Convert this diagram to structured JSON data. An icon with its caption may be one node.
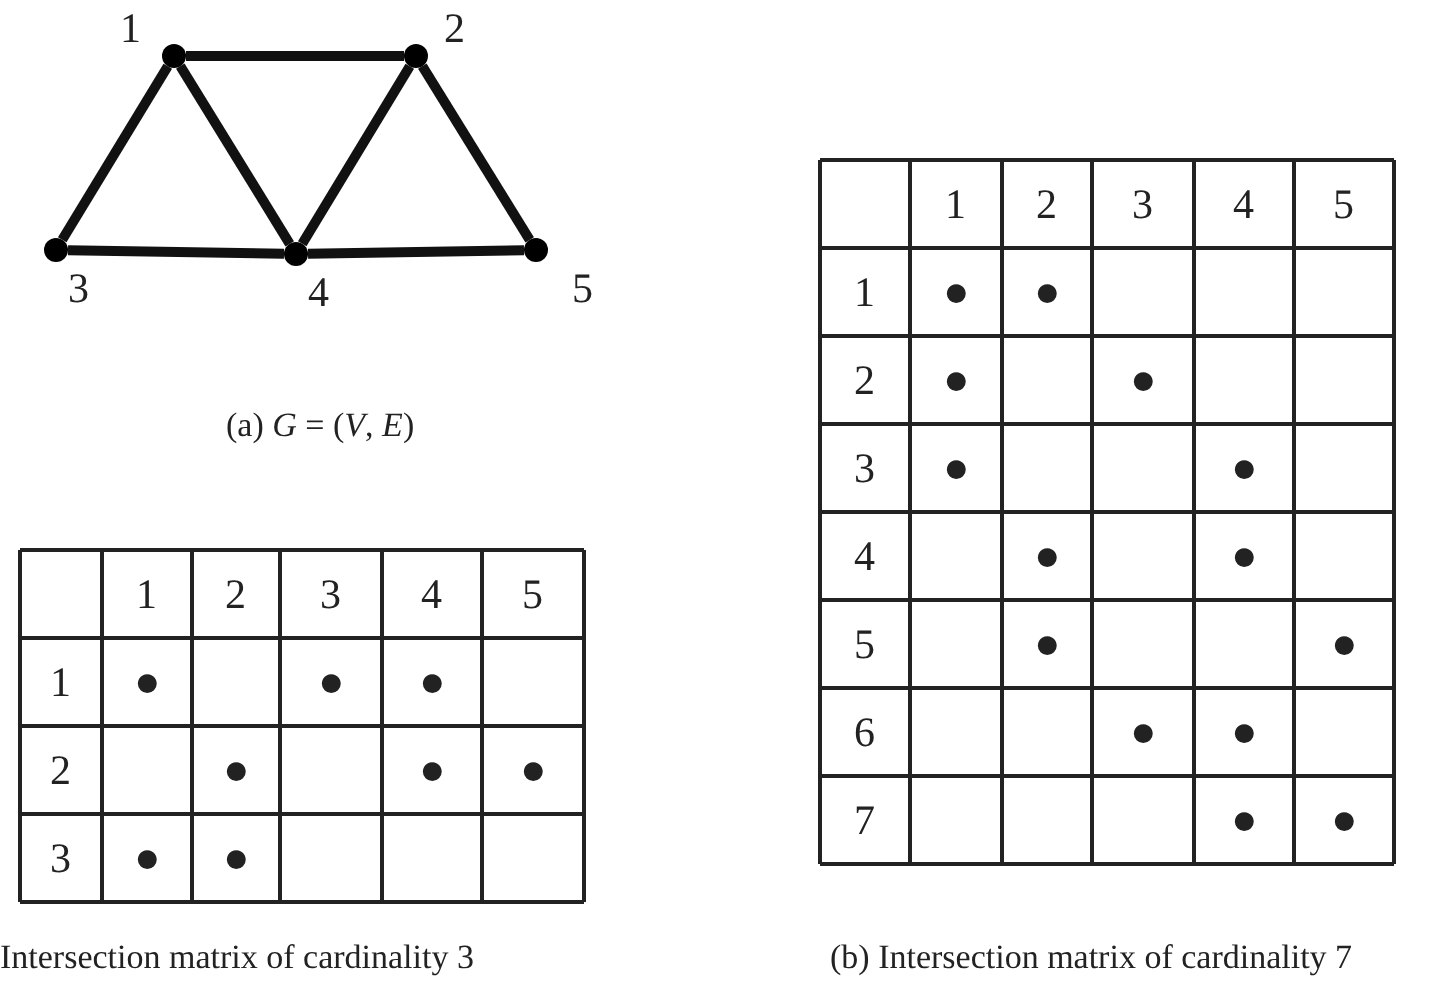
{
  "diagram": {
    "nodes": [
      {
        "text": [],
        "shape": "circle",
        "beside": [
          "1"
        ]
      },
      {
        "text": [],
        "shape": "circle",
        "beside": [
          "2"
        ]
      },
      {
        "text": [],
        "shape": "circle",
        "beside": [
          "3"
        ]
      },
      {
        "text": [],
        "shape": "circle",
        "beside": [
          "4"
        ]
      },
      {
        "text": [],
        "shape": "circle",
        "beside": [
          "5"
        ]
      }
    ],
    "edges": [
      {
        "from": 0,
        "to": 1,
        "arrow": "none"
      },
      {
        "from": 0,
        "to": 2,
        "arrow": "none"
      },
      {
        "from": 0,
        "to": 3,
        "arrow": "none"
      },
      {
        "from": 1,
        "to": 3,
        "arrow": "none"
      },
      {
        "from": 1,
        "to": 4,
        "arrow": "none"
      },
      {
        "from": 2,
        "to": 3,
        "arrow": "none"
      },
      {
        "from": 3,
        "to": 4,
        "arrow": "none"
      }
    ],
    "labels": [
      "(a) *G* = (*V*, *E*)",
      "1",
      "2",
      "3",
      "4",
      "5",
      "1",
      "●",
      "●",
      "●",
      "2",
      "●",
      "●",
      "●",
      "3",
      "●",
      "●",
      "Intersection matrix of cardinality 3",
      "1",
      "2",
      "3",
      "4",
      "5",
      "1",
      "●",
      "●",
      "2",
      "●",
      "●",
      "3",
      "●",
      "●",
      "4",
      "●",
      "●",
      "5",
      "●",
      "●",
      "6",
      "●",
      "●",
      "7",
      "●",
      "●",
      "(b) Intersection matrix of cardinality 7"
    ]
  }
}
